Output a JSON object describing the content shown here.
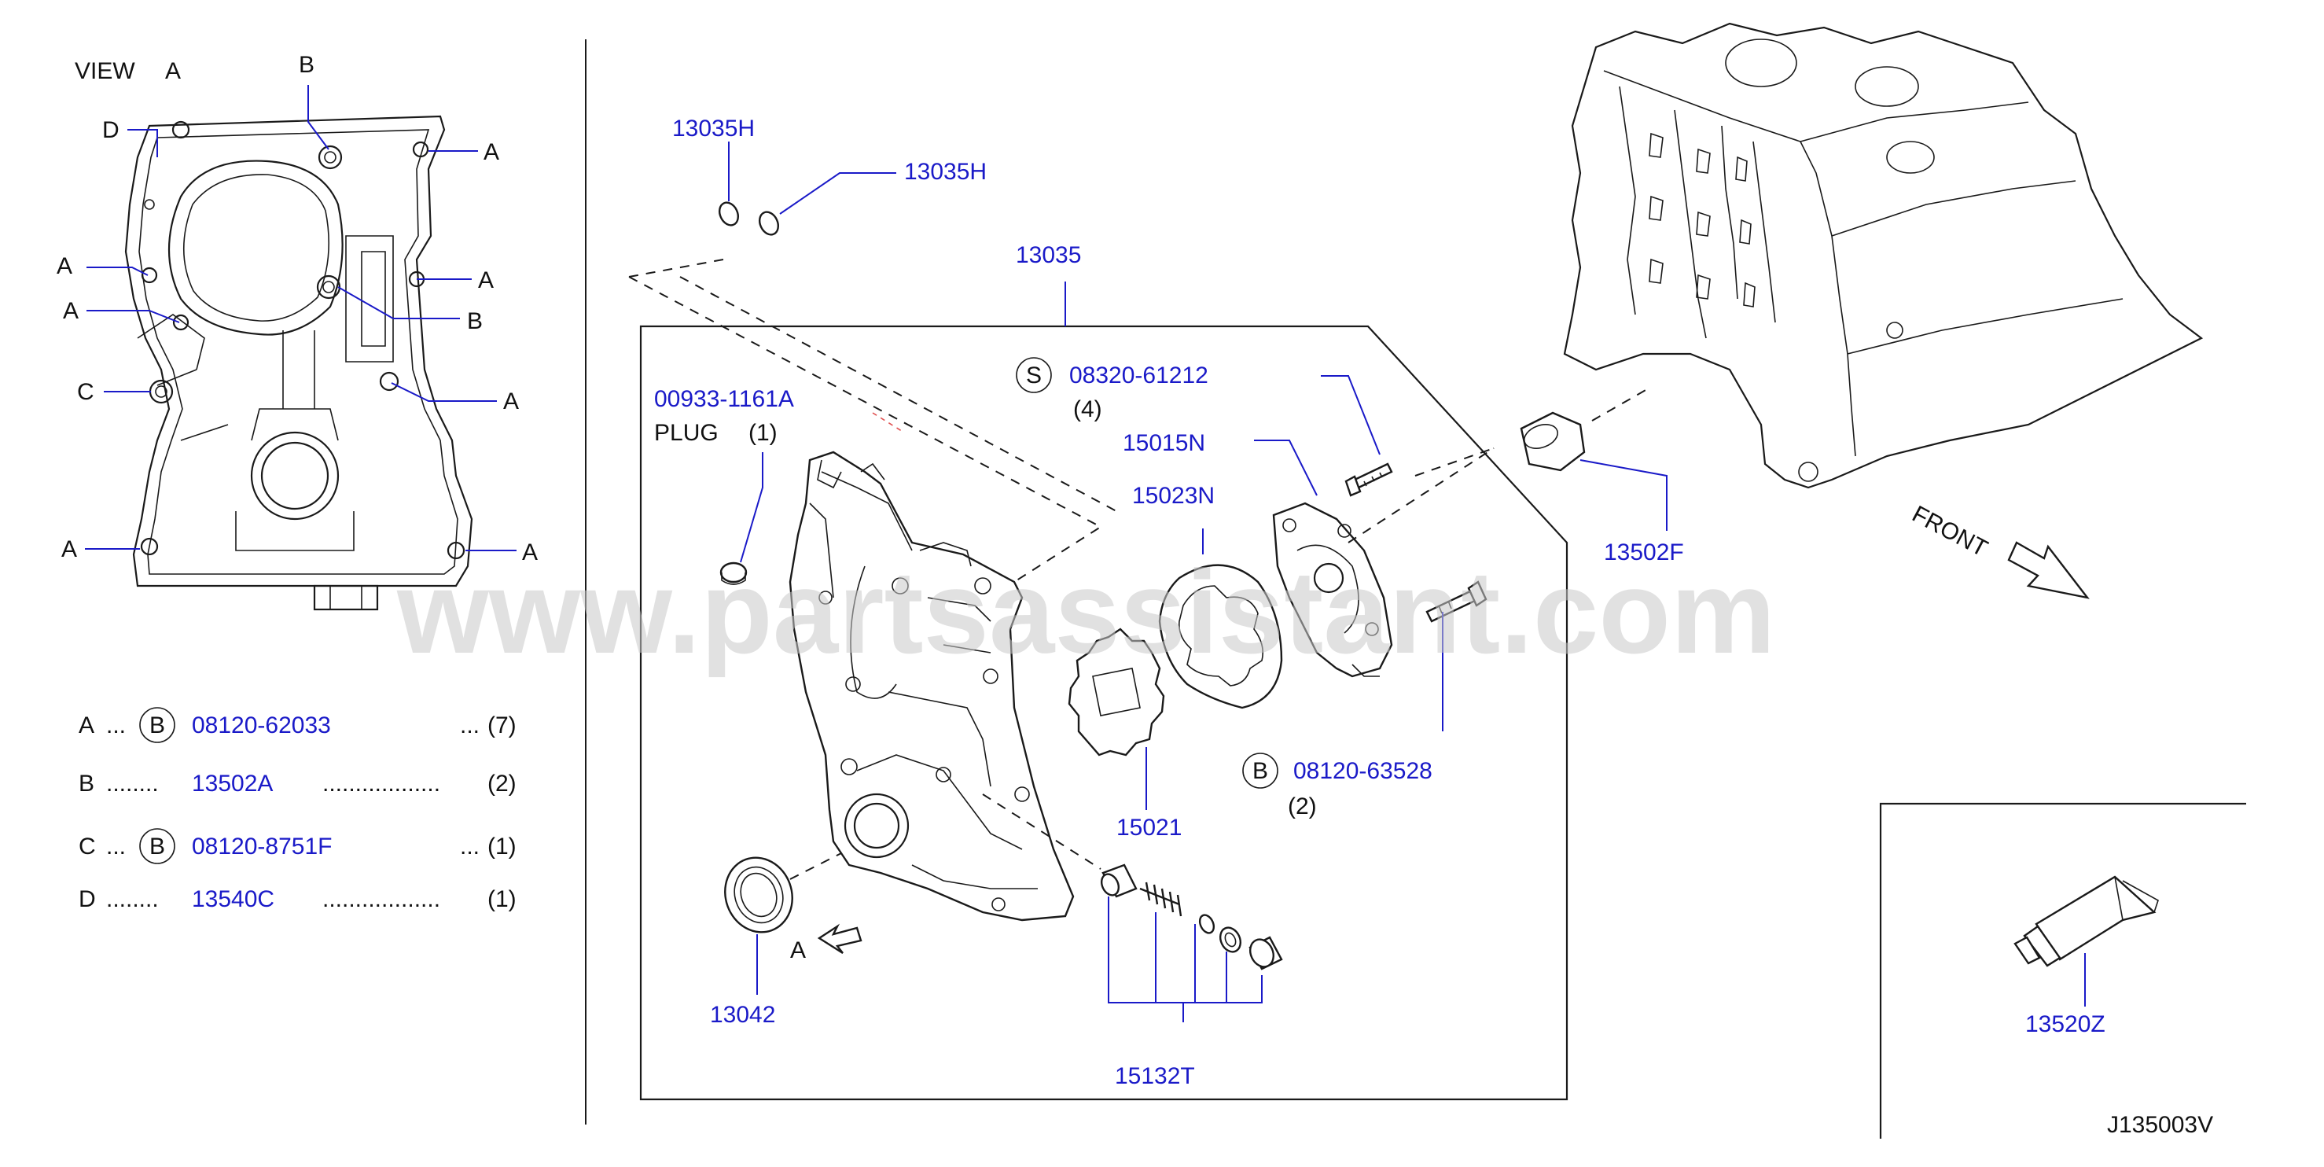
{
  "view_a": {
    "title": "VIEW",
    "title_letter": "A",
    "markers": {
      "A": "A",
      "B": "B",
      "C": "C",
      "D": "D"
    }
  },
  "legend": [
    {
      "key": "A",
      "dots": "...",
      "symbol": "B",
      "part": "08120-62033",
      "qty_dots": "...",
      "qty": "(7)"
    },
    {
      "key": "B",
      "dots": "........",
      "symbol": "",
      "part": "13502A",
      "qty_dots": "..................",
      "qty": "(2)"
    },
    {
      "key": "C",
      "dots": "...",
      "symbol": "B",
      "part": "08120-8751F",
      "qty_dots": "...",
      "qty": "(1)"
    },
    {
      "key": "D",
      "dots": "........",
      "symbol": "",
      "part": "13540C",
      "qty_dots": "..................",
      "qty": "(1)"
    }
  ],
  "parts": {
    "p13035H_a": "13035H",
    "p13035H_b": "13035H",
    "p13035": "13035",
    "p00933": "00933-1161A",
    "plug": "PLUG",
    "plug_qty": "(1)",
    "s_symbol": "S",
    "p08320": "08320-61212",
    "p08320_qty": "(4)",
    "p15015N": "15015N",
    "p15023N": "15023N",
    "p13502F": "13502F",
    "p15021": "15021",
    "b_symbol": "B",
    "p08120_63528": "08120-63528",
    "p08120_63528_qty": "(2)",
    "p13042": "13042",
    "view_arrow": "A",
    "p15132T": "15132T",
    "p13520Z": "13520Z",
    "front": "FRONT"
  },
  "watermark": "www.partsassistant.com",
  "drawing_code": "J135003V",
  "colors": {
    "part_number": "#1a1ac8",
    "text": "#111111",
    "line": "#1a1a1a",
    "watermark": "#c9c9c9"
  }
}
